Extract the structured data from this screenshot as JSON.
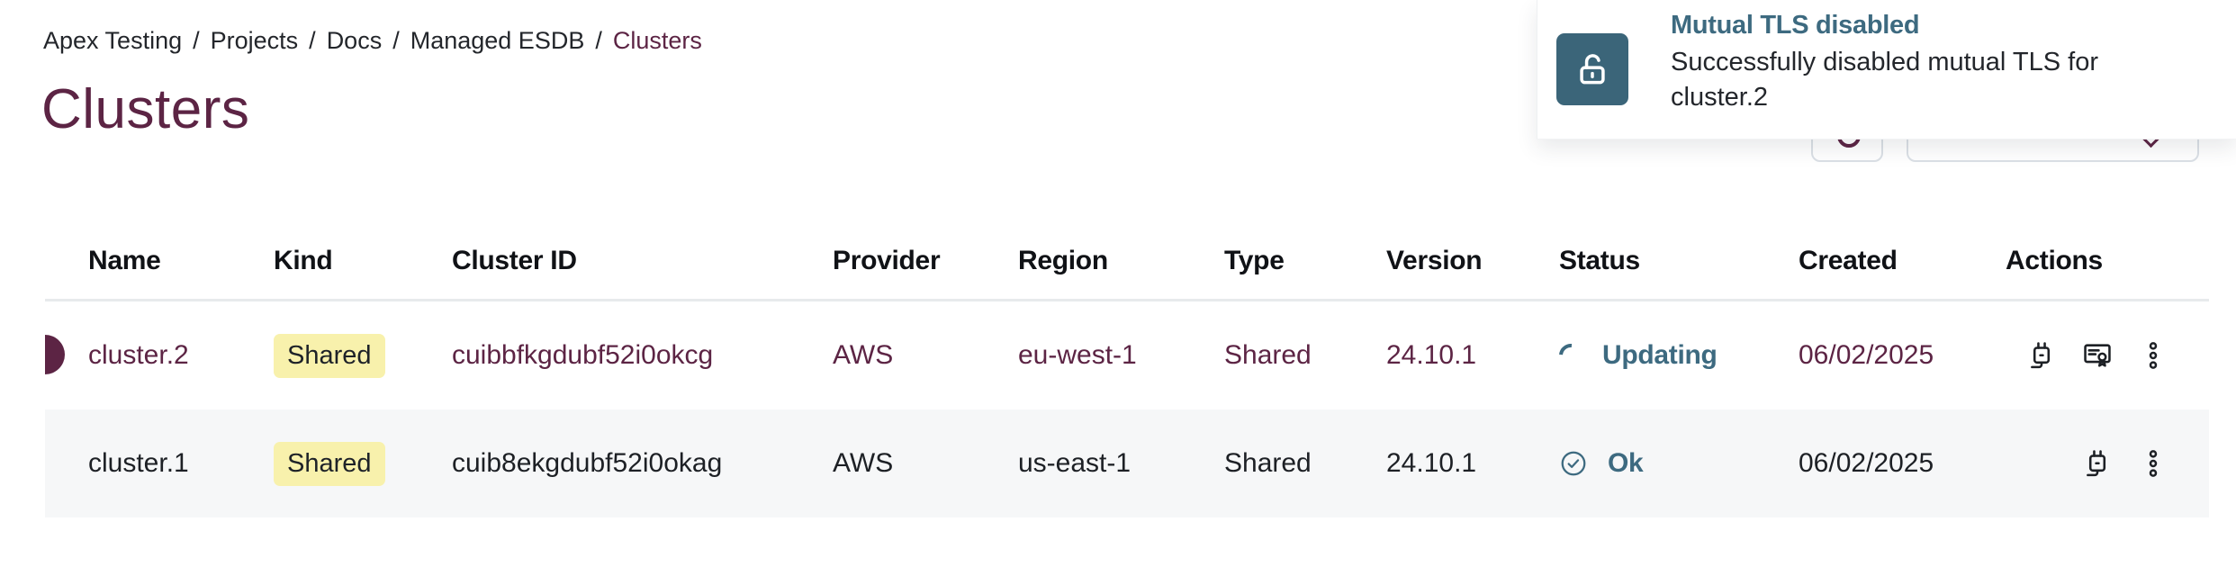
{
  "breadcrumb": {
    "separator": "/",
    "items": [
      "Apex Testing",
      "Projects",
      "Docs",
      "Managed ESDB",
      "Clusters"
    ]
  },
  "page": {
    "title": "Clusters"
  },
  "toast": {
    "title": "Mutual TLS disabled",
    "message": "Successfully disabled mutual TLS for cluster.2",
    "icon": "unlock-icon"
  },
  "toolbar": {
    "refresh_button_icon": "refresh-icon",
    "create_button_icon": "chevron-down-icon"
  },
  "table": {
    "columns": [
      "Name",
      "Kind",
      "Cluster ID",
      "Provider",
      "Region",
      "Type",
      "Version",
      "Status",
      "Created",
      "Actions"
    ],
    "rows": [
      {
        "name": "cluster.2",
        "kind": "Shared",
        "cluster_id": "cuibbfkgdubf52i0okcg",
        "provider": "AWS",
        "region": "eu-west-1",
        "type": "Shared",
        "version": "24.10.1",
        "status": "Updating",
        "status_state": "updating",
        "created": "06/02/2025",
        "actions": [
          "connection-details",
          "certificate",
          "more-menu"
        ]
      },
      {
        "name": "cluster.1",
        "kind": "Shared",
        "cluster_id": "cuib8ekgdubf52i0okag",
        "provider": "AWS",
        "region": "us-east-1",
        "type": "Shared",
        "version": "24.10.1",
        "status": "Ok",
        "status_state": "ok",
        "created": "06/02/2025",
        "actions": [
          "connection-details",
          "more-menu"
        ]
      }
    ]
  },
  "colors": {
    "accent_maroon": "#5c2444",
    "status_teal": "#3d6a80",
    "toast_icon_bg": "#3b6579",
    "badge_yellow": "#f8f1ac",
    "row_alt_bg": "#f6f7f8",
    "header_border": "#e7eaec"
  }
}
